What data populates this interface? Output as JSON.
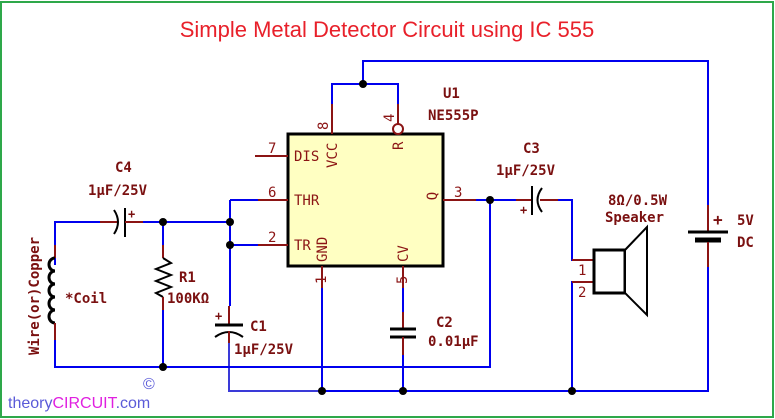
{
  "title": "Simple Metal Detector Circuit using IC 555",
  "ic": {
    "ref": "U1",
    "part": "NE555P",
    "pins": {
      "vcc": {
        "num": "8",
        "name": "VCC"
      },
      "reset": {
        "num": "4",
        "name": "R"
      },
      "dis": {
        "num": "7",
        "name": "DIS"
      },
      "thr": {
        "num": "6",
        "name": "THR"
      },
      "tr": {
        "num": "2",
        "name": "TR"
      },
      "gnd": {
        "num": "1",
        "name": "GND"
      },
      "cv": {
        "num": "5",
        "name": "CV"
      },
      "q": {
        "num": "3",
        "name": "Q"
      }
    }
  },
  "components": {
    "c4": {
      "ref": "C4",
      "value": "1µF/25V",
      "polarity": "+"
    },
    "r1": {
      "ref": "R1",
      "value": "100KΩ"
    },
    "c1": {
      "ref": "C1",
      "value": "1µF/25V",
      "polarity": "+"
    },
    "c2": {
      "ref": "C2",
      "value": "0.01µF"
    },
    "c3": {
      "ref": "C3",
      "value": "1µF/25V",
      "polarity": "+"
    },
    "coil": {
      "ref": "*Coil",
      "value": "Wire(or)Copper"
    },
    "speaker": {
      "value": "8Ω/0.5W",
      "name": "Speaker",
      "pin1": "1",
      "pin2": "2"
    },
    "battery": {
      "value": "5V",
      "type": "DC",
      "polarity": "+"
    }
  },
  "watermark": {
    "copyright": "©",
    "part1": "theory",
    "part2": "CIRCUIT",
    "part3": ".com"
  },
  "colors": {
    "wire": "#0000ee",
    "pin": "#8b1414",
    "ic_fill": "#ffffc2",
    "title": "#e8202a",
    "border": "#2ea84a"
  }
}
